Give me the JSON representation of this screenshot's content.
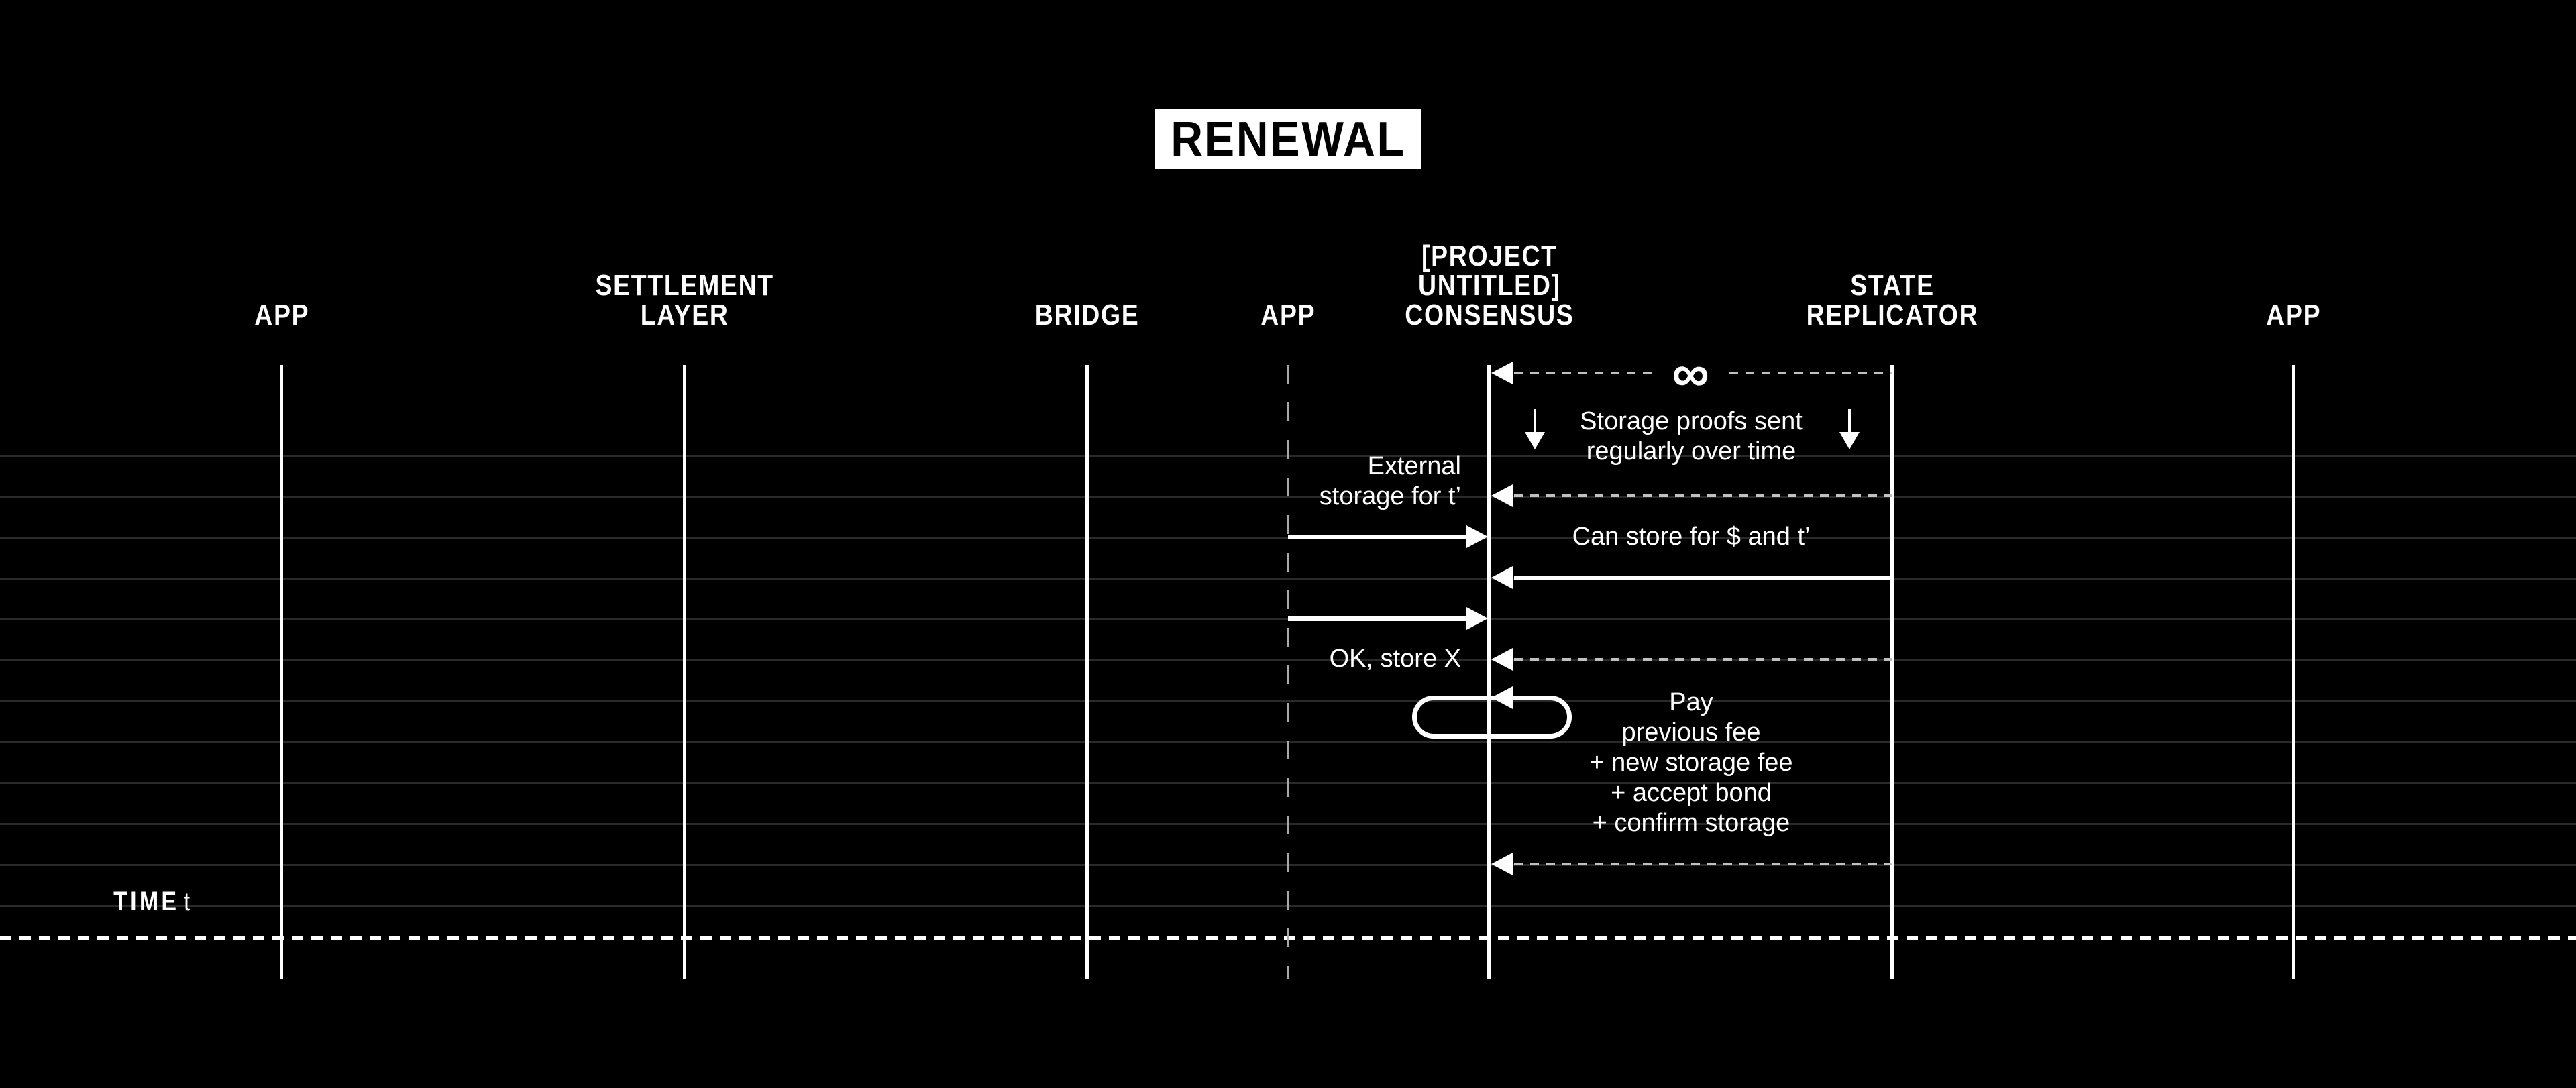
{
  "title": "RENEWAL",
  "actors": [
    {
      "id": "app-1",
      "label": "APP"
    },
    {
      "id": "settlement-layer",
      "label": "SETTLEMENT\nLAYER"
    },
    {
      "id": "bridge",
      "label": "BRIDGE"
    },
    {
      "id": "app-2",
      "label": "APP"
    },
    {
      "id": "consensus",
      "label": "[PROJECT\nUNTITLED]\nCONSENSUS"
    },
    {
      "id": "state-replicator",
      "label": "STATE\nREPLICATOR"
    },
    {
      "id": "app-3",
      "label": "APP"
    }
  ],
  "messages": {
    "infinity_symbol": "∞",
    "storage_proofs": "Storage proofs sent\nregularly over time",
    "external_storage": "External\nstorage for t’",
    "can_store": "Can store for $ and t’",
    "ok_store": "OK, store X",
    "pay_fees": "Pay\nprevious fee\n+ new storage fee\n+ accept bond\n+ confirm storage"
  },
  "time_axis": {
    "label": "TIME",
    "variable": "t"
  },
  "colors": {
    "background": "#000000",
    "foreground": "#ffffff",
    "gridline": "#2a2a2a",
    "dash": "#c0c0c0",
    "muted_line": "#a8a8a8"
  }
}
